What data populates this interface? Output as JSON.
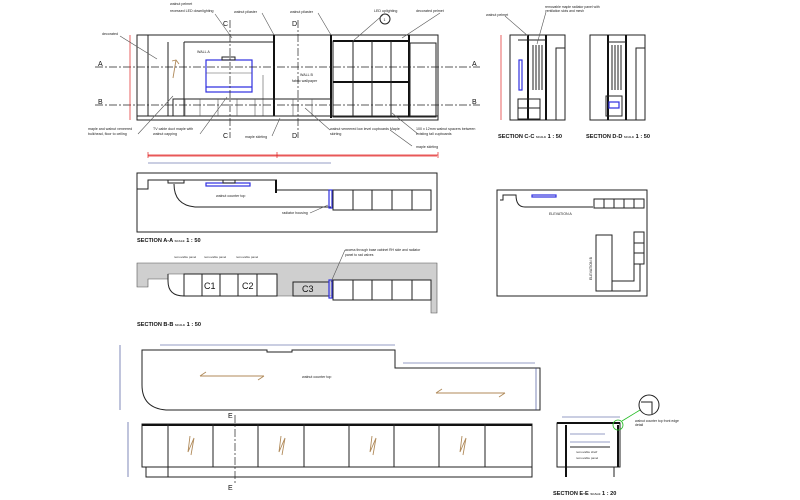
{
  "drawing": {
    "elevation_notes": {
      "recessed_led": "recessed LED downlighting",
      "walnut_pelmet_top": "walnut pelmet",
      "walnut_pilaster_1": "walnut pilaster",
      "walnut_pilaster_2": "walnut pilaster",
      "led_uplighting": "LED uplighting",
      "detail_ref": "1",
      "decorated_pelmet": "decorated pelmet",
      "decorated": "decorated",
      "wall_a": "WALL A",
      "wall_b": "WALL B",
      "fabric_wallpaper": "fabric wallpaper",
      "bulkhead": "maple and walnut veneered bulkhead, floor to ceiling",
      "tv_cable": "TV cable duct maple with walnut capping",
      "maple_skirting_1": "maple skirting",
      "low_cupboards": "walnut veneered low level cupboards Maple skirting",
      "spacers": "100 x 12mm walnut spacers between existing tall cupboards",
      "maple_skirting_2": "maple skirting"
    },
    "section_markers": {
      "a": "A",
      "b": "B",
      "c": "C",
      "d": "D",
      "e": "E"
    },
    "section_cc": {
      "title": "SECTION C-C",
      "scale_label": "SCALE",
      "scale": "1 : 50",
      "note_pelmet": "walnut pelmet",
      "note_panel": "removable maple radiator panel with ventilation slots and mesh"
    },
    "section_dd": {
      "title": "SECTION D-D",
      "scale_label": "SCALE",
      "scale": "1 : 50"
    },
    "section_aa": {
      "title": "SECTION A-A",
      "scale_label": "SCALE",
      "scale": "1 : 50",
      "counter_top": "walnut counter top",
      "radiator_housing": "radiator housing"
    },
    "section_bb": {
      "title": "SECTION B-B",
      "scale_label": "SCALE",
      "scale": "1 : 50",
      "removable_panel": "removable panel",
      "access_note": "access through base cabinet RH side and radiator panel to rad valves",
      "cabinets": [
        "C1",
        "C2",
        "C3"
      ]
    },
    "elevation_a": {
      "label": "ELEVATION A",
      "label_b": "ELEVATION B"
    },
    "countertop": {
      "label": "walnut counter top"
    },
    "section_ee": {
      "title": "SECTION E-E",
      "scale_label": "SCALE",
      "scale": "1 : 20",
      "detail_note": "walnut counter top front edge detail",
      "removable_shelf": "removable shelf",
      "removable_panel": "removable panel"
    },
    "colors": {
      "dimension": "#e02020",
      "highlight": "#3030e0",
      "detail": "#22bb22"
    }
  }
}
